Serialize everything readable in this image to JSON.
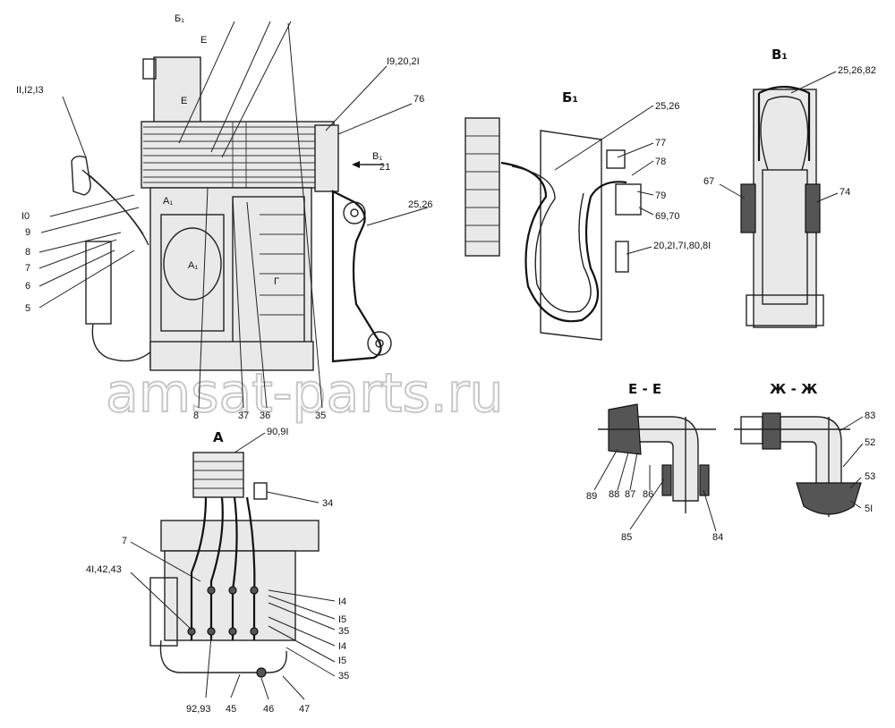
{
  "views": {
    "main": {
      "markers": [
        "Б₁",
        "Е",
        "Е",
        "А₁",
        "А₁",
        "В₁",
        "Г"
      ],
      "labels": [
        "I9,20,2I",
        "76",
        "II,I2,I3",
        "I0",
        "9",
        "8",
        "7",
        "6",
        "5",
        "25,26",
        "21",
        "8",
        "37",
        "36",
        "35"
      ]
    },
    "b1": {
      "title": "Б₁",
      "labels": [
        "25,26",
        "77",
        "78",
        "79",
        "69,70",
        "20,2I,7I,80,8I"
      ]
    },
    "v1": {
      "title": "В₁",
      "labels": [
        "25,26,82",
        "67",
        "74"
      ]
    },
    "ee": {
      "title": "Е - Е",
      "labels": [
        "89",
        "88",
        "87",
        "86",
        "85",
        "84"
      ]
    },
    "zhzh": {
      "title": "Ж - Ж",
      "labels": [
        "83",
        "52",
        "53",
        "5I"
      ]
    },
    "a": {
      "title": "А",
      "labels": [
        "90,9I",
        "34",
        "7",
        "4I,42,43",
        "I4",
        "I5",
        "35",
        "I4",
        "I5",
        "35",
        "92,93",
        "45",
        "46",
        "47"
      ]
    }
  },
  "watermark": "amsat-parts.ru"
}
